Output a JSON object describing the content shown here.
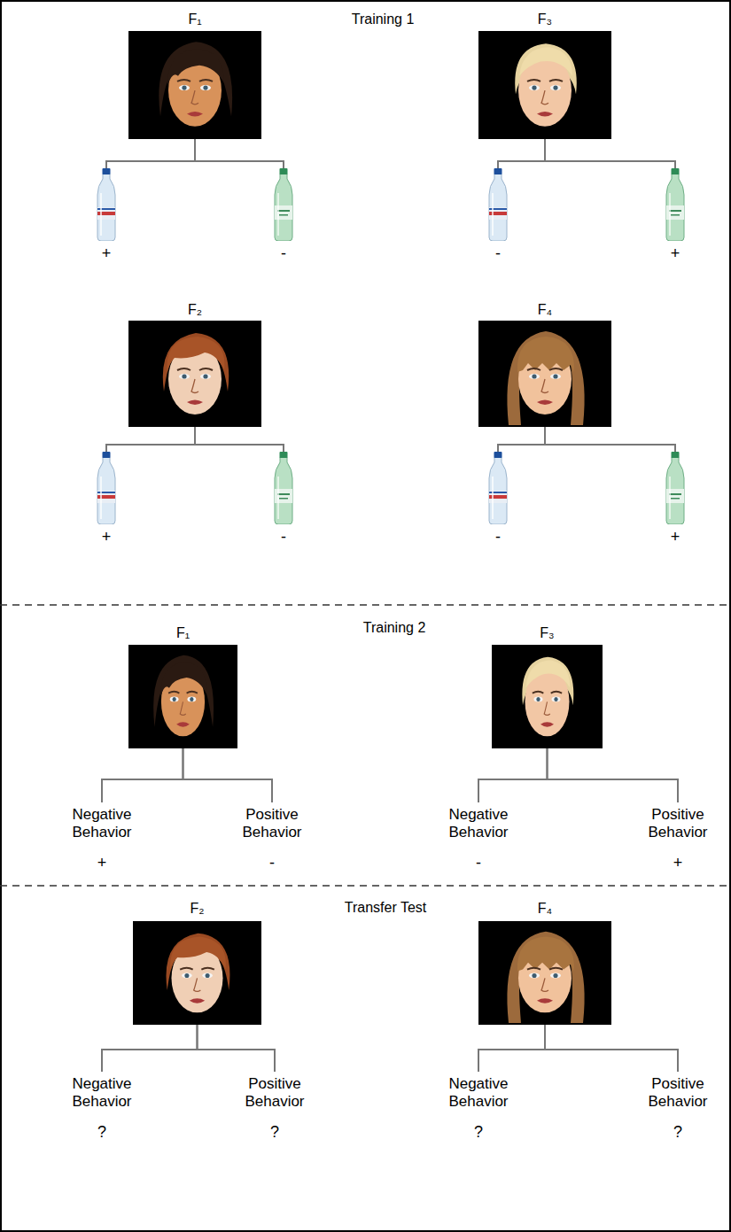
{
  "diagram": {
    "nodes": [
      {
        "text": [
          "F₁"
        ]
      },
      {
        "text": [
          "+"
        ]
      },
      {
        "text": [
          "-"
        ]
      },
      {
        "text": [
          "F₃"
        ]
      },
      {
        "text": [
          "-"
        ]
      },
      {
        "text": [
          "+"
        ]
      },
      {
        "text": [
          "F₂"
        ]
      },
      {
        "text": [
          "+"
        ]
      },
      {
        "text": [
          "-"
        ]
      },
      {
        "text": [
          "F₄"
        ]
      },
      {
        "text": [
          "-"
        ]
      },
      {
        "text": [
          "+"
        ]
      },
      {
        "text": [
          "F₁"
        ]
      },
      {
        "text": [
          "Negative Behavior",
          "+"
        ]
      },
      {
        "text": [
          "Positive Behavior",
          "-"
        ]
      },
      {
        "text": [
          "F₃"
        ]
      },
      {
        "text": [
          "Negative Behavior",
          "-"
        ]
      },
      {
        "text": [
          "Positive Behavior",
          "+"
        ]
      },
      {
        "text": [
          "F₂"
        ]
      },
      {
        "text": [
          "Negative Behavior",
          "?"
        ]
      },
      {
        "text": [
          "Positive Behavior",
          "?"
        ]
      },
      {
        "text": [
          "F₄"
        ]
      },
      {
        "text": [
          "Negative Behavior",
          "?"
        ]
      },
      {
        "text": [
          "Positive Behavior",
          "?"
        ]
      }
    ],
    "edges": [
      {
        "from": 0,
        "to": 1,
        "arrow": "none"
      },
      {
        "from": 0,
        "to": 2,
        "arrow": "none"
      },
      {
        "from": 3,
        "to": 4,
        "arrow": "none"
      },
      {
        "from": 3,
        "to": 5,
        "arrow": "none"
      },
      {
        "from": 6,
        "to": 7,
        "arrow": "none"
      },
      {
        "from": 6,
        "to": 8,
        "arrow": "none"
      },
      {
        "from": 9,
        "to": 10,
        "arrow": "none"
      },
      {
        "from": 9,
        "to": 11,
        "arrow": "none"
      },
      {
        "from": 12,
        "to": 13,
        "arrow": "none"
      },
      {
        "from": 12,
        "to": 14,
        "arrow": "none"
      },
      {
        "from": 15,
        "to": 16,
        "arrow": "none"
      },
      {
        "from": 15,
        "to": 17,
        "arrow": "none"
      },
      {
        "from": 18,
        "to": 19,
        "arrow": "none"
      },
      {
        "from": 18,
        "to": 20,
        "arrow": "none"
      },
      {
        "from": 21,
        "to": 22,
        "arrow": "none"
      },
      {
        "from": 21,
        "to": 23,
        "arrow": "none"
      }
    ],
    "labels": [
      "Training 1",
      "Training 2",
      "Transfer Test"
    ]
  }
}
